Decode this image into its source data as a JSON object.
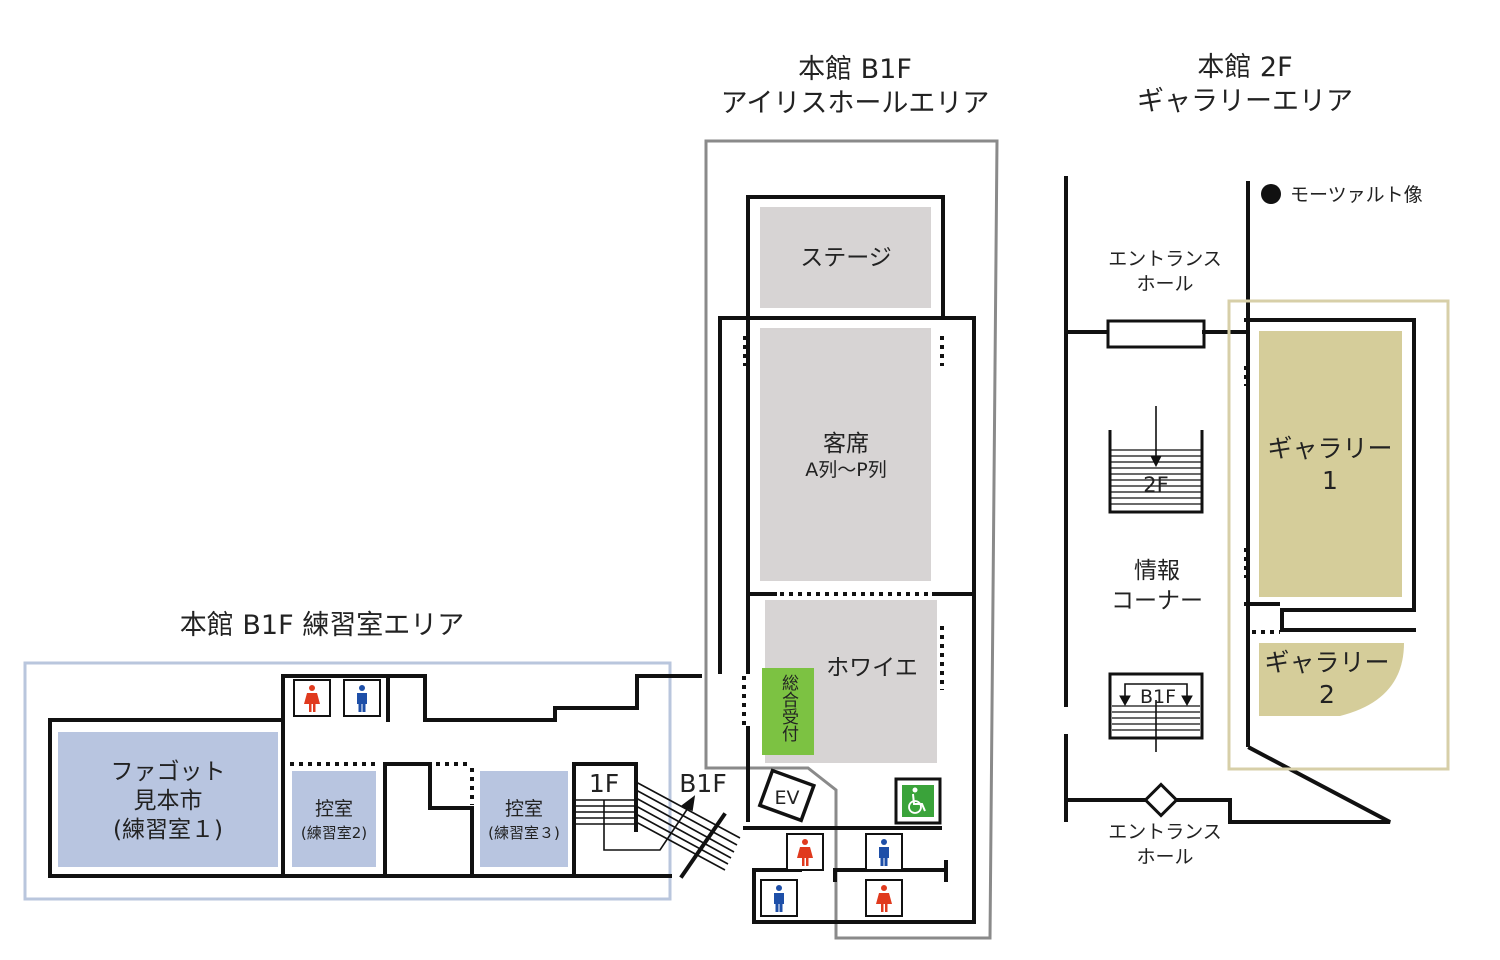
{
  "areas": {
    "practice_title": "本館 B1F 練習室エリア",
    "iris_title_1": "本館 B1F",
    "iris_title_2": "アイリスホールエリア",
    "gallery_title_1": "本館 2F",
    "gallery_title_2": "ギャラリーエリア"
  },
  "rooms": {
    "stage": "ステージ",
    "seats": "客席",
    "seats_rows": "A列〜P列",
    "foyer": "ホワイエ",
    "reception": "総合受付",
    "ev": "EV",
    "fagot_1": "ファゴット",
    "fagot_2": "見本市",
    "fagot_3": "(練習室１)",
    "hikae": "控室",
    "hikae_2": "(練習室2)",
    "hikae_b": "控室",
    "hikae_3": "(練習室３)",
    "stair_1f": "1F",
    "stair_b1f": "B1F",
    "gallery1_1": "ギャラリー",
    "gallery1_2": "1",
    "gallery2_1": "ギャラリー",
    "gallery2_2": "2",
    "entrance_top_1": "エントランス",
    "entrance_top_2": "ホール",
    "entrance_bottom_1": "エントランス",
    "entrance_bottom_2": "ホール",
    "info_1": "情報",
    "info_2": "コーナー",
    "stair_2f": "2F",
    "stair_b1f_2": "B1F",
    "mozart": "モーツァルト像"
  },
  "colors": {
    "practice_border": "#b9c6dd",
    "practice_fill": "#b8c5e0",
    "iris_border": "#8a8a8a",
    "hall_fill": "#d7d4d4",
    "gallery_border": "#d7cfa8",
    "gallery_fill": "#d5cd9a",
    "reception_fill": "#7cc242",
    "accessible_fill": "#3aa33a",
    "female": "#e03a1e",
    "male": "#1e4fa8"
  },
  "icons": [
    "female-restroom-icon",
    "male-restroom-icon",
    "accessible-toilet-icon",
    "elevator-icon",
    "stairs-icon",
    "mozart-statue-dot-icon"
  ]
}
